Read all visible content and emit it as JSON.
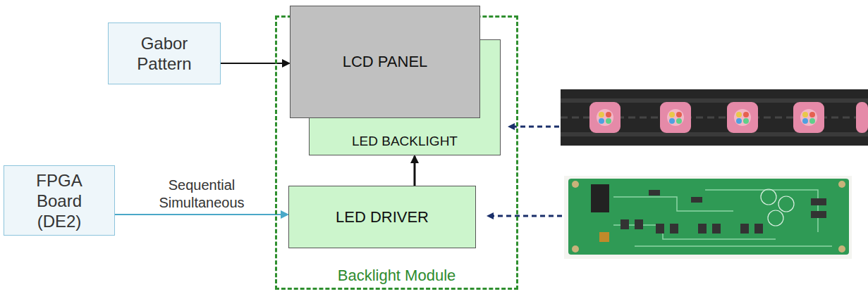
{
  "diagram": {
    "nodes": [
      {
        "text": [
          "Gabor Pattern"
        ]
      },
      {
        "text": [
          "Backlight Module"
        ]
      },
      {
        "text": [
          "LCD PANEL"
        ],
        "in": 1
      },
      {
        "text": [
          "LED BACKLIGHT"
        ],
        "in": 1
      },
      {
        "text": [
          "LED DRIVER"
        ],
        "in": 1
      },
      {
        "text": [
          "FPGA Board (DE2)"
        ]
      }
    ],
    "edges": [
      {
        "from": 0,
        "to": 2,
        "arrow": "to"
      },
      {
        "from": 5,
        "to": 4,
        "label": "Sequential Simultaneous",
        "arrow": "to"
      },
      {
        "from": 4,
        "to": 3,
        "arrow": "to"
      }
    ]
  }
}
